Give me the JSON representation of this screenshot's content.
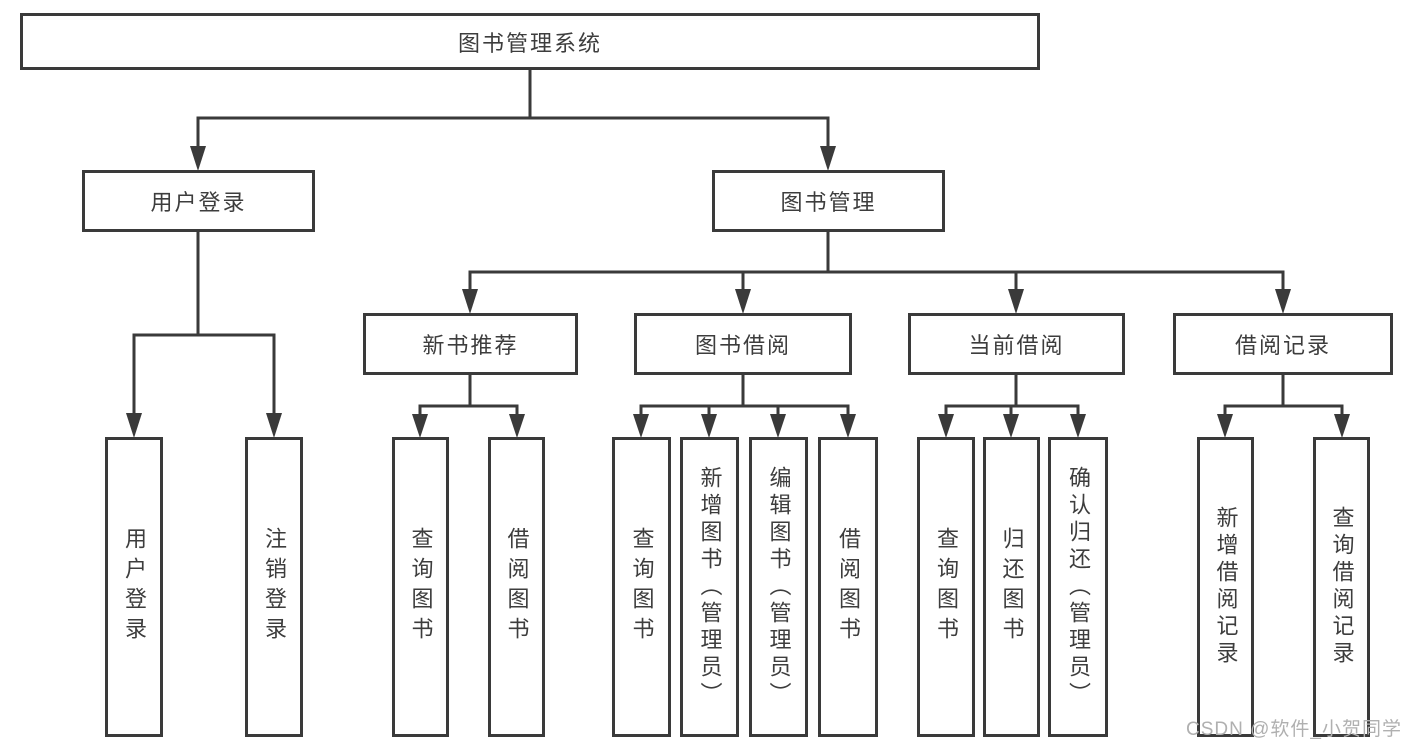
{
  "diagram": {
    "type": "hierarchy-diagram",
    "title": "图书管理系统",
    "watermark": "CSDN @软件_小贺同学",
    "colors": {
      "line": "#3a3a3a",
      "box_border": "#3a3a3a",
      "text": "#3d3d3d",
      "box_background": "#ffffff",
      "page_background": "#ffffff",
      "watermark_text": "#b0b0b0"
    },
    "tree": {
      "label": "图书管理系统",
      "children": [
        {
          "label": "用户登录",
          "children": [
            {
              "label": "用户登录"
            },
            {
              "label": "注销登录"
            }
          ]
        },
        {
          "label": "图书管理",
          "children": [
            {
              "label": "新书推荐",
              "children": [
                {
                  "label": "查询图书"
                },
                {
                  "label": "借阅图书"
                }
              ]
            },
            {
              "label": "图书借阅",
              "children": [
                {
                  "label": "查询图书"
                },
                {
                  "label": "新增图书（管理员）"
                },
                {
                  "label": "编辑图书（管理员）"
                },
                {
                  "label": "借阅图书"
                }
              ]
            },
            {
              "label": "当前借阅",
              "children": [
                {
                  "label": "查询图书"
                },
                {
                  "label": "归还图书"
                },
                {
                  "label": "确认归还（管理员）"
                }
              ]
            },
            {
              "label": "借阅记录",
              "children": [
                {
                  "label": "新增借阅记录"
                },
                {
                  "label": "查询借阅记录"
                }
              ]
            }
          ]
        }
      ]
    }
  }
}
